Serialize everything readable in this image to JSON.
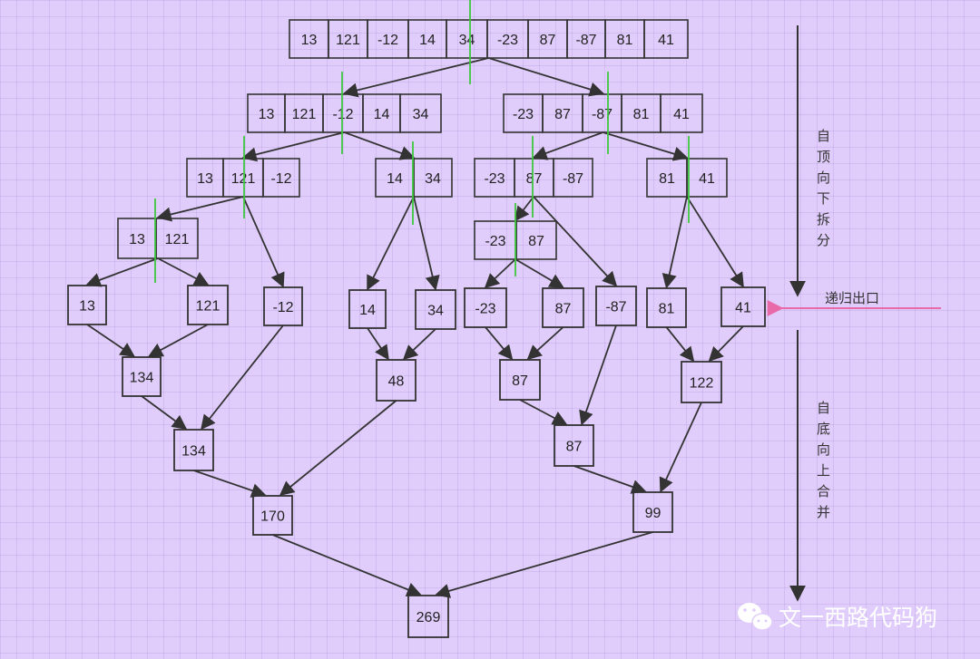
{
  "split_nodes": [
    {
      "id": "s0",
      "values": [
        "13",
        "121",
        "-12",
        "14",
        "34",
        "-23",
        "87",
        "-87",
        "81",
        "41"
      ]
    },
    {
      "id": "s1",
      "values": [
        "13",
        "121",
        "-12",
        "14",
        "34"
      ]
    },
    {
      "id": "s2",
      "values": [
        "-23",
        "87",
        "-87",
        "81",
        "41"
      ]
    },
    {
      "id": "s3",
      "values": [
        "13",
        "121",
        "-12"
      ]
    },
    {
      "id": "s4",
      "values": [
        "14",
        "34"
      ]
    },
    {
      "id": "s5",
      "values": [
        "-23",
        "87",
        "-87"
      ]
    },
    {
      "id": "s6",
      "values": [
        "81",
        "41"
      ]
    },
    {
      "id": "s7",
      "values": [
        "13",
        "121"
      ]
    },
    {
      "id": "s8",
      "values": [
        "-23",
        "87"
      ]
    }
  ],
  "leaf_nodes": [
    {
      "id": "l0",
      "value": "13"
    },
    {
      "id": "l1",
      "value": "121"
    },
    {
      "id": "l2",
      "value": "-12"
    },
    {
      "id": "l3",
      "value": "14"
    },
    {
      "id": "l4",
      "value": "34"
    },
    {
      "id": "l5",
      "value": "-23"
    },
    {
      "id": "l6",
      "value": "87"
    },
    {
      "id": "l7",
      "value": "-87"
    },
    {
      "id": "l8",
      "value": "81"
    },
    {
      "id": "l9",
      "value": "41"
    }
  ],
  "merge_nodes": [
    {
      "id": "m0",
      "value": "134"
    },
    {
      "id": "m1",
      "value": "48"
    },
    {
      "id": "m2",
      "value": "87"
    },
    {
      "id": "m3",
      "value": "122"
    },
    {
      "id": "m4",
      "value": "134"
    },
    {
      "id": "m5",
      "value": "87"
    },
    {
      "id": "m6",
      "value": "170"
    },
    {
      "id": "m7",
      "value": "99"
    },
    {
      "id": "m8",
      "value": "269"
    }
  ],
  "edges": [
    [
      "s0",
      "s1"
    ],
    [
      "s0",
      "s2"
    ],
    [
      "s1",
      "s3"
    ],
    [
      "s1",
      "s4"
    ],
    [
      "s2",
      "s5"
    ],
    [
      "s2",
      "s6"
    ],
    [
      "s3",
      "s7"
    ],
    [
      "s3",
      "l2"
    ],
    [
      "s4",
      "l3"
    ],
    [
      "s4",
      "l4"
    ],
    [
      "s5",
      "s8"
    ],
    [
      "s5",
      "l7"
    ],
    [
      "s6",
      "l8"
    ],
    [
      "s6",
      "l9"
    ],
    [
      "s7",
      "l0"
    ],
    [
      "s7",
      "l1"
    ],
    [
      "s8",
      "l5"
    ],
    [
      "s8",
      "l6"
    ],
    [
      "l0",
      "m0"
    ],
    [
      "l1",
      "m0"
    ],
    [
      "l3",
      "m1"
    ],
    [
      "l4",
      "m1"
    ],
    [
      "l5",
      "m2"
    ],
    [
      "l6",
      "m2"
    ],
    [
      "l8",
      "m3"
    ],
    [
      "l9",
      "m3"
    ],
    [
      "m0",
      "m4"
    ],
    [
      "l2",
      "m4"
    ],
    [
      "m2",
      "m5"
    ],
    [
      "l7",
      "m5"
    ],
    [
      "m4",
      "m6"
    ],
    [
      "m1",
      "m6"
    ],
    [
      "m5",
      "m7"
    ],
    [
      "m3",
      "m7"
    ],
    [
      "m6",
      "m8"
    ],
    [
      "m7",
      "m8"
    ]
  ],
  "side_labels": {
    "top_down_split": "自顶向下拆分",
    "recursion_exit": "递归出口",
    "bottom_up_merge": "自底向上合并"
  },
  "watermark": "文一西路代码狗",
  "colors": {
    "background": "#e1cdfb",
    "arrow": "#333333",
    "split_line": "#3ec83e",
    "exit_arrow": "#e86aa8"
  }
}
